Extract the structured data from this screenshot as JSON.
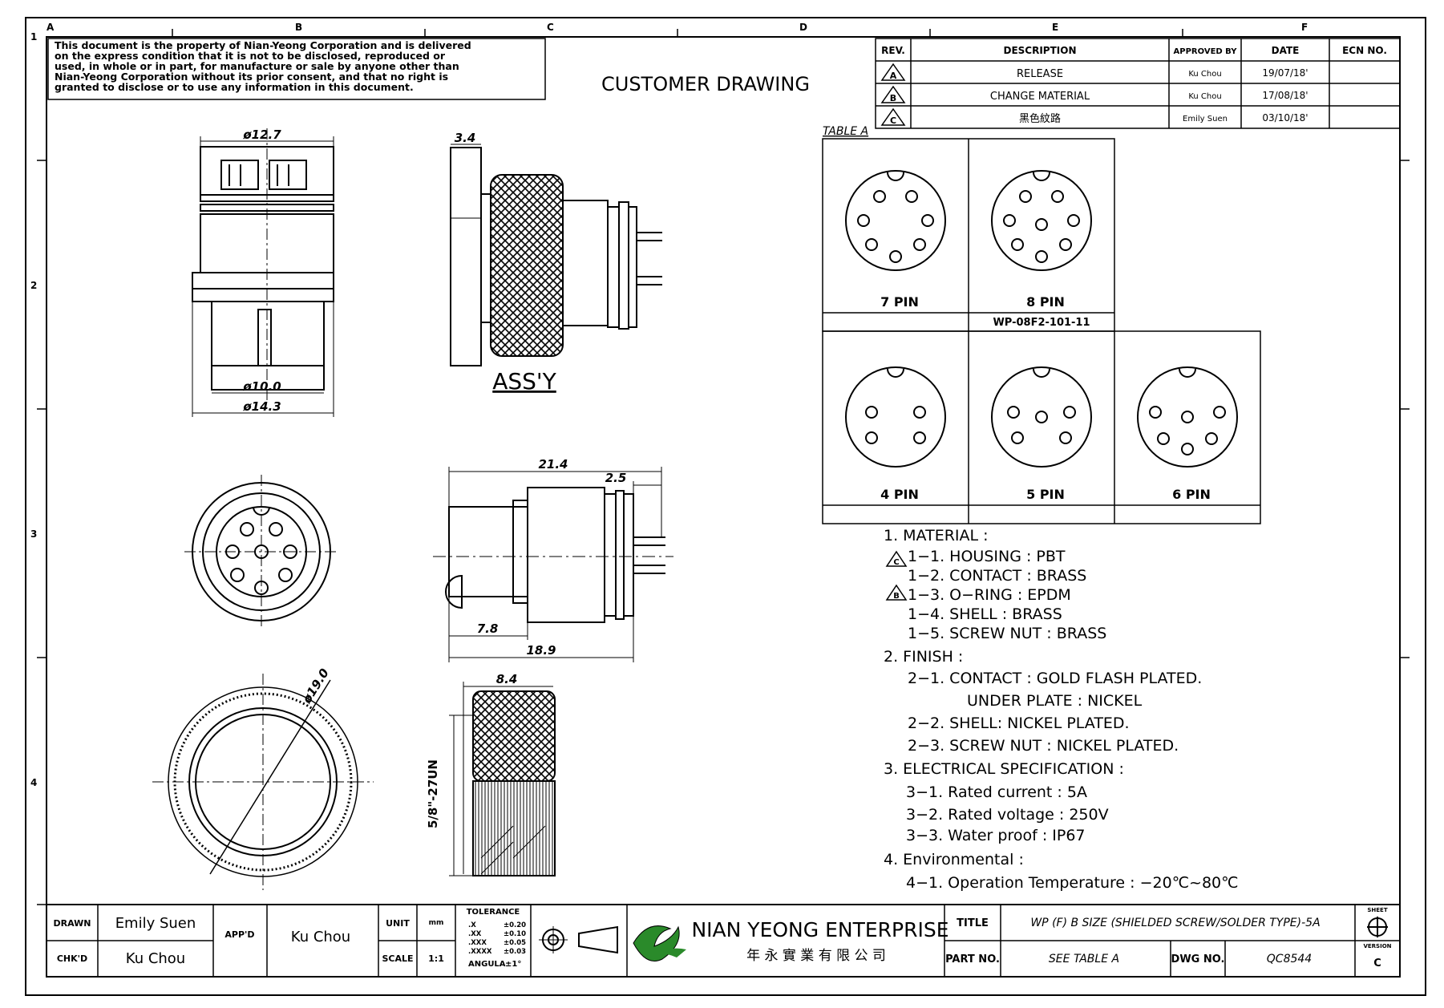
{
  "sheet": {
    "border_cols": [
      "A",
      "B",
      "C",
      "D",
      "E",
      "F"
    ],
    "border_rows": [
      "1",
      "2",
      "3",
      "4"
    ],
    "copyright_lines": [
      "This document is the property of Nian-Yeong Corporation and is delivered",
      "on  the  express condition that it is not to be disclosed, reproduced or",
      "used, in whole or in part, for manufacture or sale by anyone other than",
      "Nian-Yeong Corporation without  its prior consent, and that  no right  is",
      "granted to disclose or to use any information in this  document."
    ],
    "heading": "CUSTOMER  DRAWING"
  },
  "revisions": {
    "headers": [
      "REV.",
      "DESCRIPTION",
      "APPROVED BY",
      "DATE",
      "ECN NO."
    ],
    "rows": [
      {
        "rev": "A",
        "description": "RELEASE",
        "approved": "Ku Chou",
        "date": "19/07/18'",
        "ecn": ""
      },
      {
        "rev": "B",
        "description": "CHANGE MATERIAL",
        "approved": "Ku Chou",
        "date": "17/08/18'",
        "ecn": ""
      },
      {
        "rev": "C",
        "description": "黑色紋路",
        "approved": "Emily Suen",
        "date": "03/10/18'",
        "ecn": ""
      }
    ]
  },
  "table_a": {
    "title": "TABLE A",
    "cells": [
      {
        "label": "7 PIN"
      },
      {
        "label": "8 PIN"
      },
      {
        "label": "4 PIN"
      },
      {
        "label": "5 PIN"
      },
      {
        "label": "6 PIN"
      }
    ],
    "part_number": "WP-08F2-101-11"
  },
  "dims": {
    "d127": "ø12.7",
    "d100": "ø10.0",
    "d143": "ø14.3",
    "d34": "3.4",
    "assy": "ASS'Y",
    "d214": "21.4",
    "d25": "2.5",
    "d78": "7.8",
    "d189": "18.9",
    "d190": "ø19.0",
    "d84": "8.4",
    "thread": "5/8\"-27UN"
  },
  "notes": [
    {
      "text": "1.  MATERIAL  :",
      "rev": ""
    },
    {
      "text": "1−1.  HOUSING  :  PBT",
      "rev": "C"
    },
    {
      "text": "1−2.  CONTACT  :  BRASS",
      "rev": ""
    },
    {
      "text": "1−3.  O−RING  :  EPDM",
      "rev": "B"
    },
    {
      "text": "1−4.  SHELL  :  BRASS",
      "rev": ""
    },
    {
      "text": "1−5.  SCREW  NUT  :  BRASS",
      "rev": ""
    },
    {
      "text": "2.  FINISH  :",
      "rev": ""
    },
    {
      "text": "2−1.  CONTACT  :  GOLD  FLASH  PLATED.",
      "rev": ""
    },
    {
      "text": "UNDER  PLATE  :  NICKEL",
      "rev": ""
    },
    {
      "text": "2−2.  SHELL:  NICKEL  PLATED.",
      "rev": ""
    },
    {
      "text": "2−3.  SCREW  NUT  :  NICKEL  PLATED.",
      "rev": ""
    },
    {
      "text": "3.  ELECTRICAL  SPECIFICATION  :",
      "rev": ""
    },
    {
      "text": "3−1.  Rated  current  :  5A",
      "rev": ""
    },
    {
      "text": "3−2.  Rated  voltage  :  250V",
      "rev": ""
    },
    {
      "text": "3−3.  Water  proof  :  IP67",
      "rev": ""
    },
    {
      "text": "4.  Environmental  :",
      "rev": ""
    },
    {
      "text": "4−1.  Operation  Temperature  :  −20℃~80℃",
      "rev": ""
    }
  ],
  "title_block": {
    "drawn_label": "DRAWN",
    "drawn": "Emily Suen",
    "chkd_label": "CHK'D",
    "chkd": "Ku Chou",
    "appd_label": "APP'D",
    "appd": "Ku Chou",
    "unit_label": "UNIT",
    "unit": "mm",
    "scale_label": "SCALE",
    "scale": "1:1",
    "tolerance_label": "TOLERANCE",
    "tolerances": [
      {
        "k": ".X",
        "v": "±0.20"
      },
      {
        "k": ".XX",
        "v": "±0.10"
      },
      {
        "k": ".XXX",
        "v": "±0.05"
      },
      {
        "k": ".XXXX",
        "v": "±0.03"
      },
      {
        "k": "ANGULA",
        "v": "±1°"
      }
    ],
    "company": "NIAN YEONG ENTERPRISE",
    "company_cn": "年 永 實 業 有 限 公 司",
    "title_label": "TITLE",
    "title": "WP (F) B SIZE (SHIELDED SCREW/SOLDER TYPE)-5A",
    "part_label": "PART NO.",
    "part": "SEE TABLE A",
    "dwg_label": "DWG NO.",
    "dwg": "QC8544",
    "sheet_label": "SHEET",
    "version_label": "VERSION",
    "version": "C"
  }
}
